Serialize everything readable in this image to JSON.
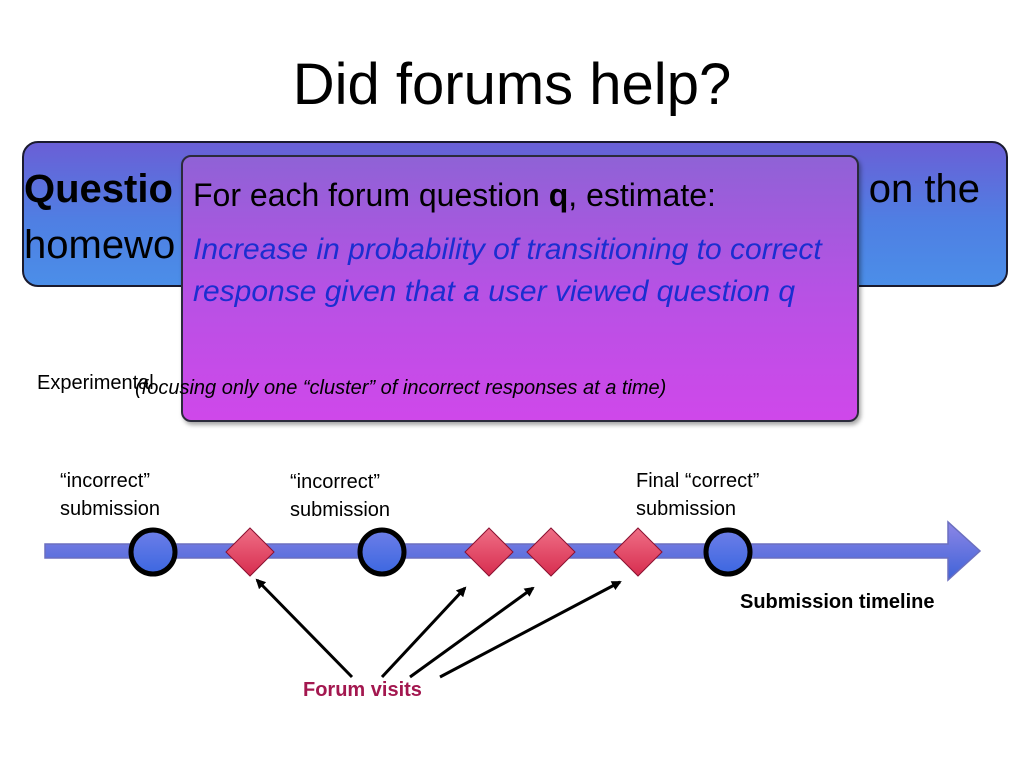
{
  "slide": {
    "title": "Did forums help?"
  },
  "blue_box": {
    "line1_bold": "Questio",
    "line1_right": "on the",
    "line2": "homewo"
  },
  "pink_box": {
    "estimate_prefix": "For each forum question ",
    "estimate_q": "q",
    "estimate_suffix": ", estimate:",
    "increase_text": "Increase in probability of transitioning to correct response given that a user viewed question q",
    "focus_note": "(focusing only one “cluster” of incorrect responses at a time)"
  },
  "experimental_label": "Experimental",
  "timeline": {
    "label": "Submission timeline",
    "submissions": [
      {
        "line1": "“incorrect”",
        "line2": "submission"
      },
      {
        "line1": "“incorrect”",
        "line2": "submission"
      },
      {
        "line1": "Final “correct”",
        "line2": "submission"
      }
    ],
    "forum_visits_label": "Forum visits"
  },
  "colors": {
    "timeline_arrow": "#5a6fe0",
    "submission_node": "#4c72e6",
    "forum_diamond": "#e0415f",
    "forum_label": "#a3174f",
    "increase_text": "#1b2ed0"
  }
}
